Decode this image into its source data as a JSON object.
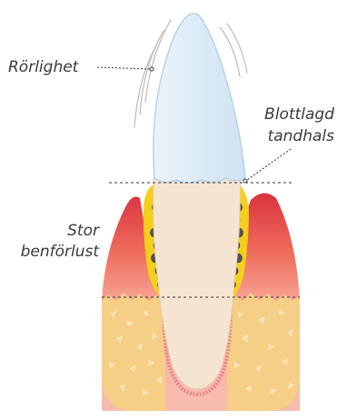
{
  "labels": {
    "mobility": "Rörlighet",
    "exposed_neck_line1": "Blottlagd",
    "exposed_neck_line2": "tandhals",
    "bone_loss_line1": "Stor",
    "bone_loss_line2": "benförlust"
  },
  "colors": {
    "enamel": "#dcebf6",
    "enamel_outline": "#b9d2e6",
    "root": "#f6e4d2",
    "gum_light": "#f7b7a6",
    "gum_dark": "#d9333f",
    "bone": "#f5cf86",
    "bone_flecks": "#fde7bd",
    "plaque": "#f4cf1c",
    "tartar": "#505050",
    "ligament": "#e8838c",
    "lines": "#333333"
  }
}
